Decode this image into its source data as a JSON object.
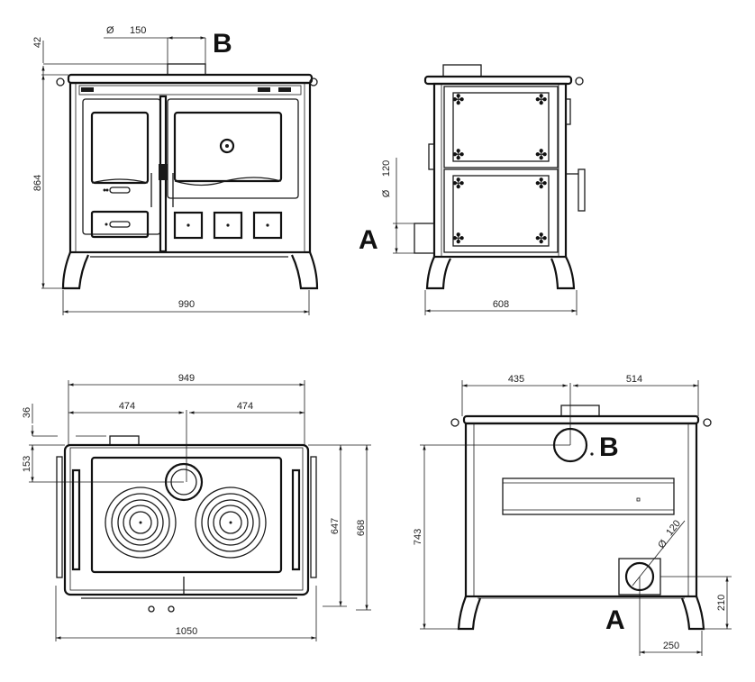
{
  "drawing": {
    "title": "Wood cooking stove dimension drawing",
    "units": "mm",
    "diameter_symbol": "Ø",
    "front_view": {
      "flue_diameter": "150",
      "flue_label": "B",
      "flue_height_above_top": "42",
      "total_height": "864",
      "total_width": "990"
    },
    "side_view": {
      "side_outlet_diameter": "120",
      "side_outlet_label": "A",
      "depth": "608"
    },
    "top_view": {
      "hob_width": "949",
      "left_to_flue_center": "474",
      "right_to_flue_center": "474",
      "flue_offset": "36",
      "flue_depth_from_back": "153",
      "inner_depth": "647",
      "outer_depth": "668",
      "overall_width_with_rail": "1050"
    },
    "rear_view": {
      "left_to_flue_center": "435",
      "right_to_flue_center": "514",
      "flue_label": "B",
      "flue_center_height": "743",
      "rear_outlet_diameter": "120",
      "rear_outlet_label": "A",
      "rear_outlet_height": "210",
      "rear_outlet_side_offset": "250"
    }
  }
}
